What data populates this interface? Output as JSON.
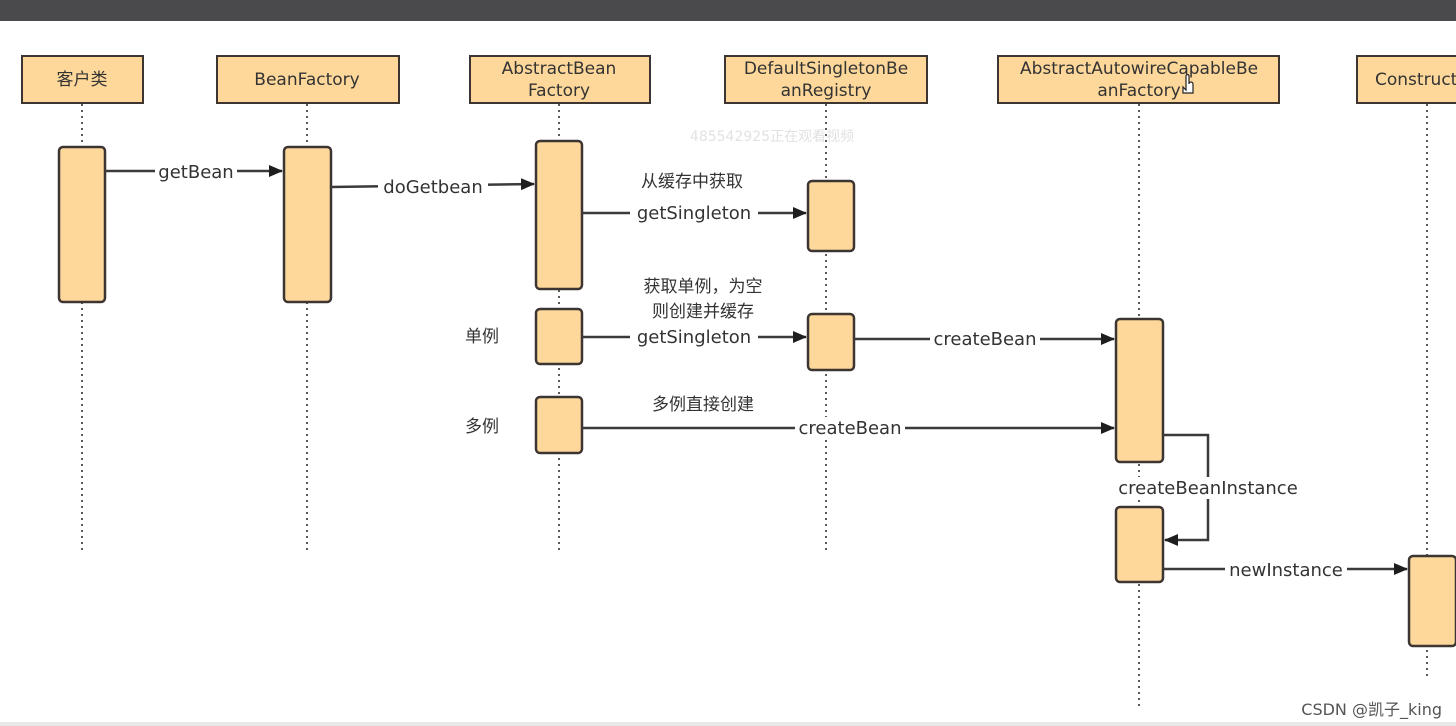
{
  "participants": [
    {
      "id": "client",
      "label_lines": [
        "客户类"
      ]
    },
    {
      "id": "bean_factory",
      "label_lines": [
        "BeanFactory"
      ]
    },
    {
      "id": "abstract_bean_factory",
      "label_lines": [
        "AbstractBean",
        "Factory"
      ]
    },
    {
      "id": "default_singleton_registry",
      "label_lines": [
        "DefaultSingletonBe",
        "anRegistry"
      ]
    },
    {
      "id": "abstract_autowire_factory",
      "label_lines": [
        "AbstractAutowireCapableBe",
        "anFactory"
      ]
    },
    {
      "id": "constructor",
      "label_lines": [
        "Construct"
      ]
    }
  ],
  "messages": [
    {
      "id": "getBean",
      "label": "getBean"
    },
    {
      "id": "doGetbean",
      "label": "doGetbean"
    },
    {
      "id": "getSingleton1",
      "label": "getSingleton"
    },
    {
      "id": "getSingleton2",
      "label": "getSingleton"
    },
    {
      "id": "createBean1",
      "label": "createBean"
    },
    {
      "id": "createBean2",
      "label": "createBean"
    },
    {
      "id": "createBeanInstance",
      "label": "createBeanInstance"
    },
    {
      "id": "newInstance",
      "label": "newInstance"
    }
  ],
  "notes": {
    "from_cache": "从缓存中获取",
    "get_singleton_note_line1": "获取单例，为空",
    "get_singleton_note_line2": "则创建并缓存",
    "singleton": "单例",
    "prototype": "多例",
    "prototype_note": "多例直接创建"
  },
  "watermark": "485542925正在观看视频",
  "credit": "CSDN @凯子_king"
}
